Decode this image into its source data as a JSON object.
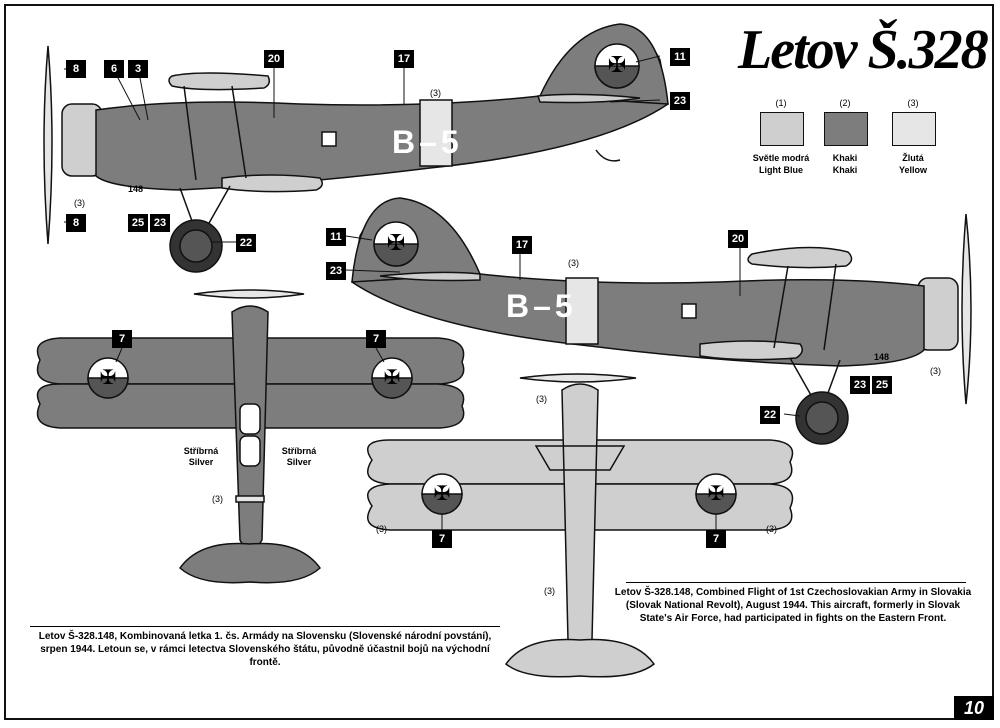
{
  "title": "Letov Š.328",
  "colors": {
    "khaki": "#7d7d7d",
    "light_blue": "#cfcfcf",
    "yellow": "#e6e6e6",
    "outline": "#111111"
  },
  "legend": [
    {
      "num": "(1)",
      "cz": "Světle modrá",
      "en": "Light Blue",
      "color": "#cfcfcf"
    },
    {
      "num": "(2)",
      "cz": "Khaki",
      "en": "Khaki",
      "color": "#7d7d7d"
    },
    {
      "num": "(3)",
      "cz": "Žlutá",
      "en": "Yellow",
      "color": "#e6e6e6"
    }
  ],
  "code_letters": "B–5",
  "serial": "148",
  "tags": [
    "8",
    "6",
    "3",
    "20",
    "17",
    "11",
    "23",
    "25",
    "22",
    "7"
  ],
  "notes": {
    "yellow": "(3)"
  },
  "silver": {
    "cz": "Stříbrná",
    "en": "Silver"
  },
  "caption_cz": "Letov Š-328.148, Kombinovaná letka 1. čs. Armády na Slovensku (Slovenské národní povstání), srpen 1944. Letoun se, v rámci letectva Slovenského štátu, původně účastnil bojů na východní frontě.",
  "caption_en": "Letov Š-328.148, Combined Flight of 1st Czechoslovakian Army in Slovakia (Slovak National Revolt), August 1944. This aircraft, formerly in Slovak State's Air Force, had participated in fights on the Eastern Front.",
  "page_number": "10"
}
